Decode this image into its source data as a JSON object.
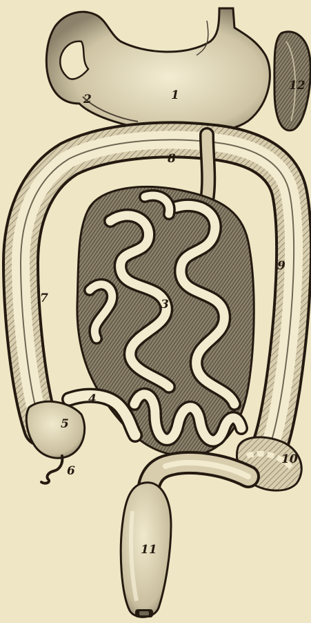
{
  "labels": {
    "l1": "1",
    "l2": "2",
    "l3": "3",
    "l4": "4",
    "l5": "5",
    "l6": "6",
    "l7": "7",
    "l8": "8",
    "l9": "9",
    "l10": "10",
    "l11": "11",
    "l12": "12"
  },
  "colors": {
    "paper": "#efe6c6",
    "ink": "#241a10",
    "organ_fill": "#d8ceae",
    "shade": "#6f6553",
    "highlight": "#f6efd7"
  }
}
